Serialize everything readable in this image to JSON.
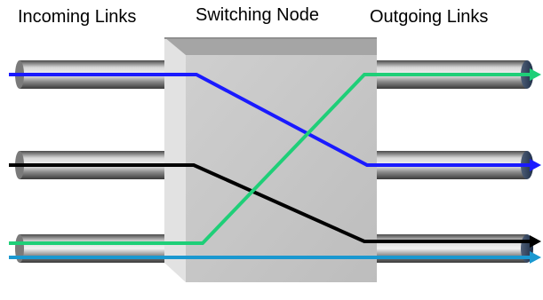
{
  "labels": {
    "incoming": "Incoming Links",
    "switching": "Switching Node",
    "outgoing": "Outgoing Links"
  },
  "colors": {
    "link_blue": "#1a1aff",
    "link_black": "#000000",
    "link_green": "#1fcf78",
    "link_cyan": "#1a98d0",
    "node_face": "#c8c8c8",
    "node_top": "#a7a7a7",
    "node_left": "#dedede",
    "tube_mid": "#5f5f5f",
    "tube_light": "#cfcfcf"
  }
}
